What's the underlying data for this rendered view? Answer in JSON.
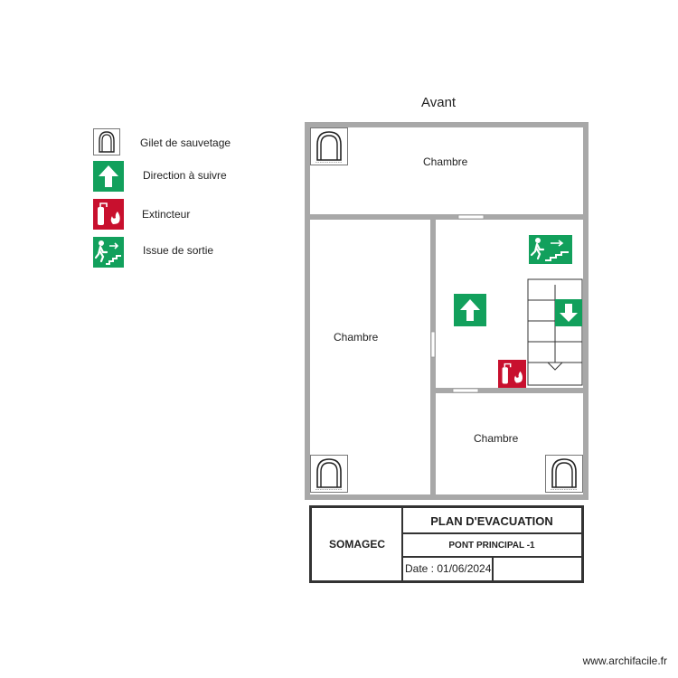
{
  "plan_heading": "Avant",
  "legend": [
    {
      "icon": "life-jacket-icon",
      "label": "Gilet de sauvetage"
    },
    {
      "icon": "direction-arrow-icon",
      "label": "Direction à suivre"
    },
    {
      "icon": "fire-extinguisher-icon",
      "label": "Extincteur"
    },
    {
      "icon": "emergency-exit-icon",
      "label": "Issue de sortie"
    }
  ],
  "rooms": {
    "top": "Chambre",
    "left": "Chambre",
    "bottom_right": "Chambre"
  },
  "title_block": {
    "company": "SOMAGEC",
    "title": "PLAN D'EVACUATION",
    "subtitle": "PONT PRINCIPAL -1",
    "date": "Date : 01/06/2024"
  },
  "watermark": "www.archifacile.fr",
  "colors": {
    "safety_green": "#12a05c",
    "fire_red": "#c8102e",
    "wall_gray": "#a8a8a8"
  }
}
